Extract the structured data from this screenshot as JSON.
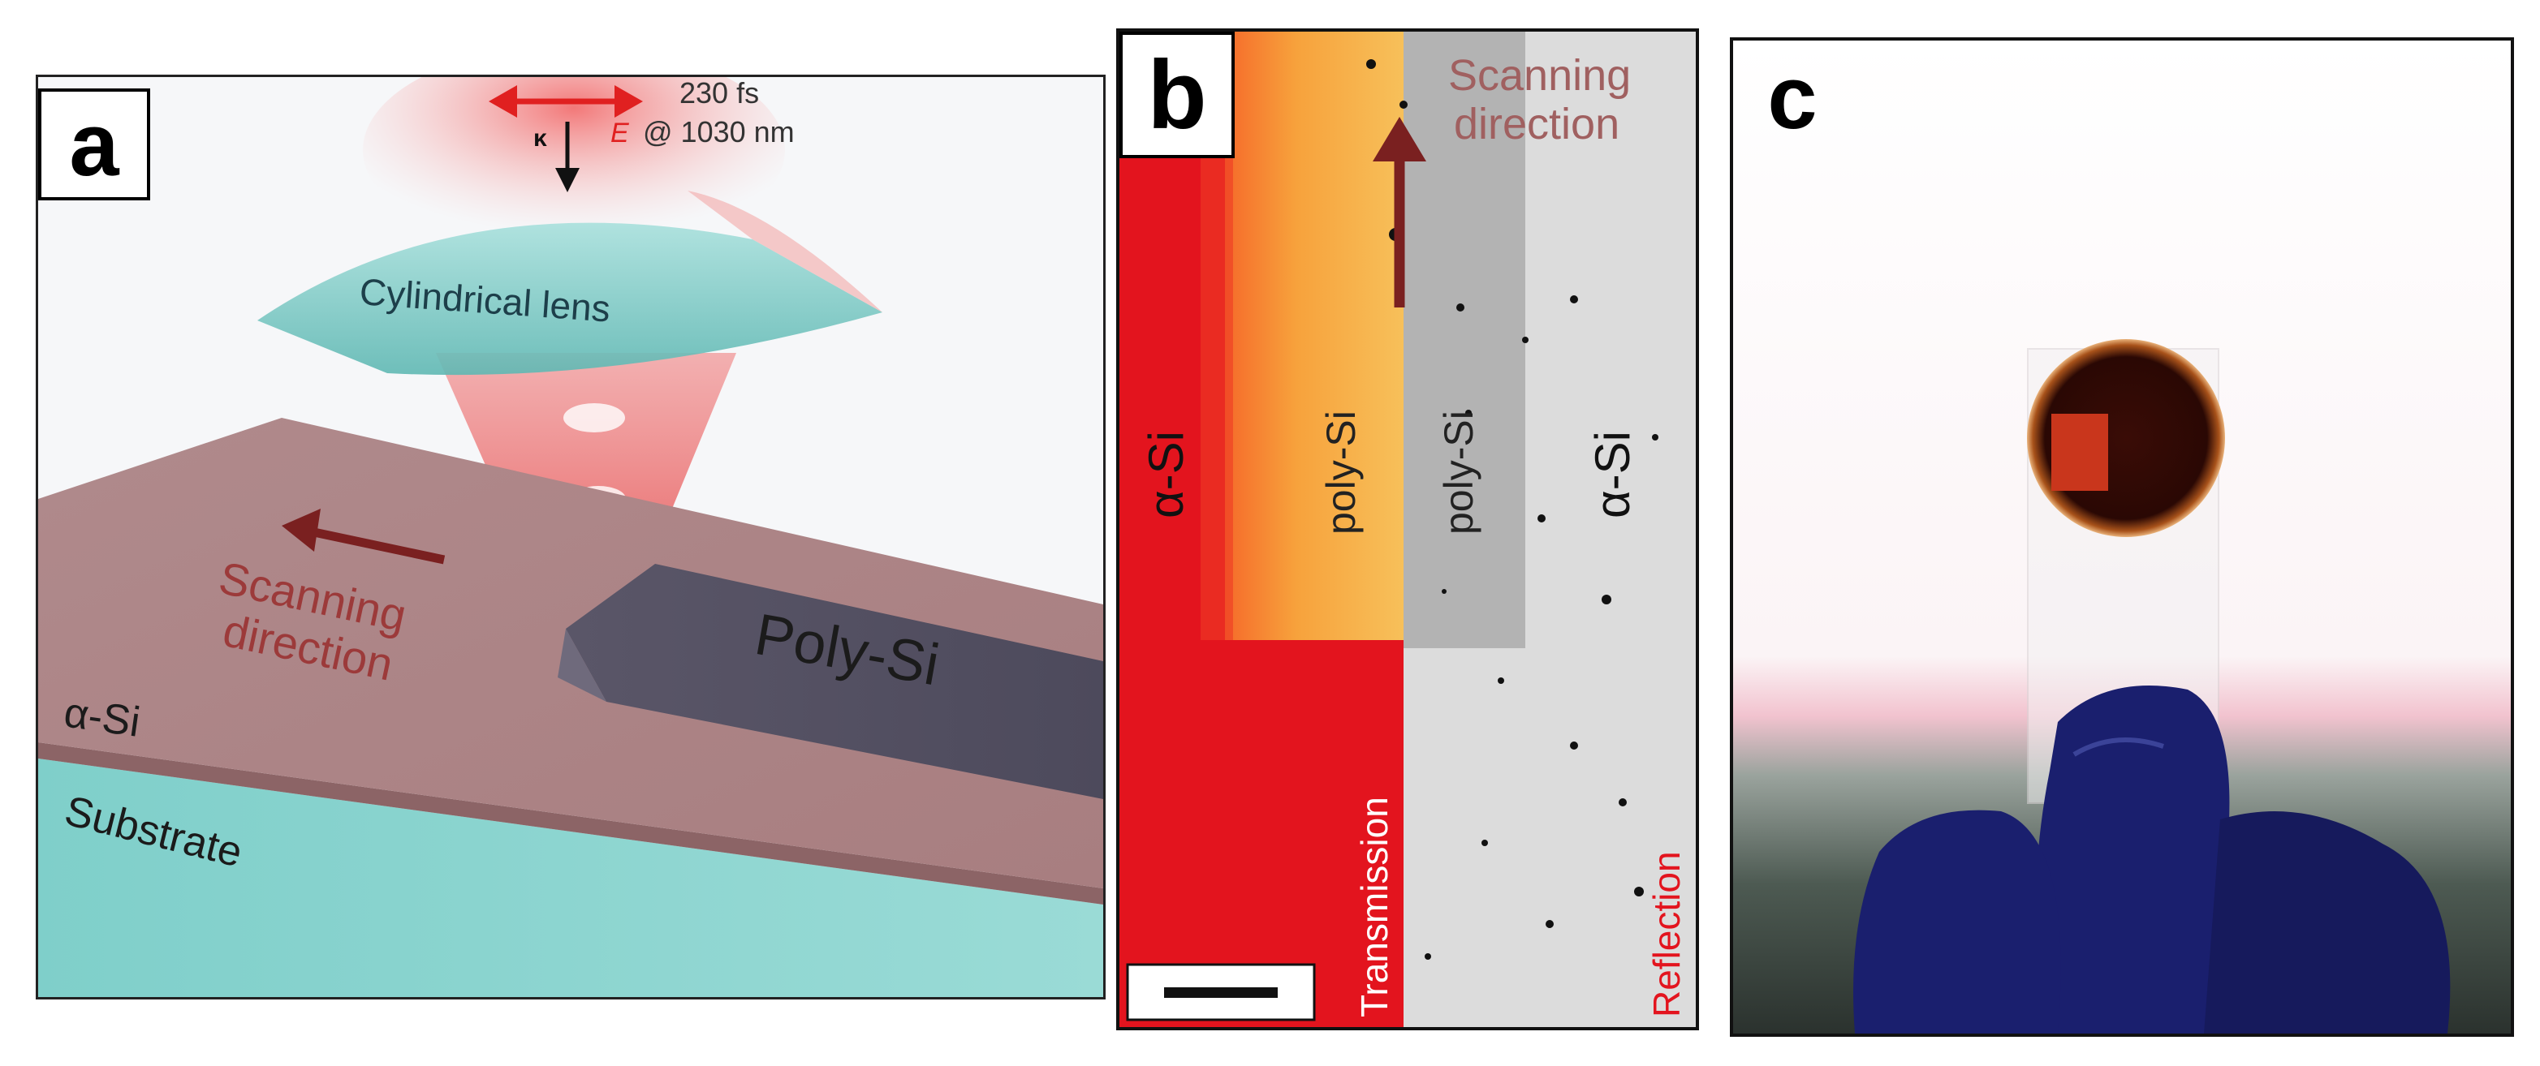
{
  "panel_a": {
    "label": "a",
    "pulse_duration": "230 fs",
    "wavelength": "@ 1030 nm",
    "k_vector": "κ",
    "e_field": "E",
    "lens": "Cylindrical lens",
    "scan_line1": "Scanning",
    "scan_line2": "direction",
    "poly_si": "Poly-Si",
    "alpha_si": "α-Si",
    "substrate": "Substrate"
  },
  "panel_b": {
    "label": "b",
    "scan_line1": "Scanning",
    "scan_line2": "direction",
    "alpha_si_left": "α-Si",
    "poly_si_left": "poly-Si",
    "poly_si_right": "poly-Si",
    "alpha_si_right": "α-Si",
    "transmission": "Transmission",
    "reflection": "Reflection"
  },
  "panel_c": {
    "label": "c"
  },
  "colors": {
    "scan_arrow": "#7a2020",
    "scan_text_a": "#9c3a3a",
    "scan_text_b": "#a06060",
    "laser_arrow": "#e02020",
    "transmission_red": "#e3141e",
    "reflection_gray": "#d8d8d8",
    "glove_blue": "#1a1f6e"
  }
}
